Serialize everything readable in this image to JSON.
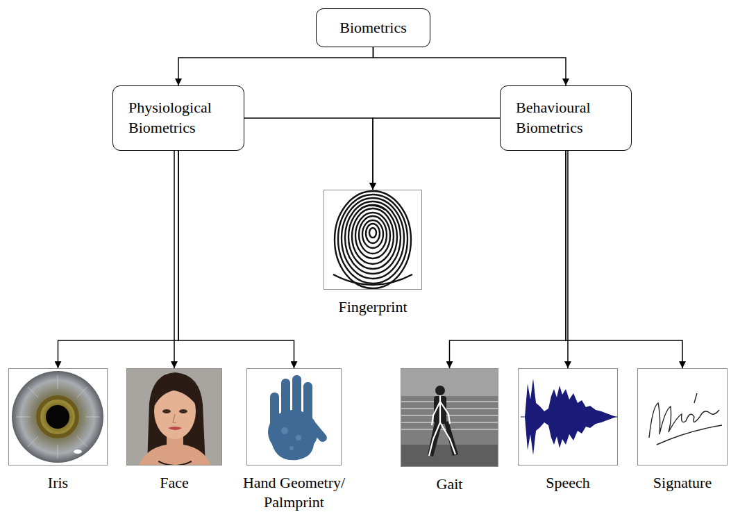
{
  "diagram": {
    "nodes": [
      {
        "text": [
          "Biometrics"
        ]
      },
      {
        "text": [
          "Physiological Biometrics"
        ]
      },
      {
        "text": [
          "Behavioural Biometrics"
        ]
      },
      {
        "text": [
          "Fingerprint"
        ]
      },
      {
        "text": [
          "Iris"
        ]
      },
      {
        "text": [
          "Face"
        ]
      },
      {
        "text": [
          "Hand Geometry/ Palmprint"
        ]
      },
      {
        "text": [
          "Gait"
        ]
      },
      {
        "text": [
          "Speech"
        ]
      },
      {
        "text": [
          "Signature"
        ]
      }
    ],
    "edges": [
      {
        "from": 0,
        "to": 1,
        "arrow": "to"
      },
      {
        "from": 0,
        "to": 2,
        "arrow": "to"
      },
      {
        "from": 1,
        "to": 3,
        "arrow": "to"
      },
      {
        "from": 2,
        "to": 3,
        "arrow": "to"
      },
      {
        "from": 1,
        "to": 4,
        "arrow": "to"
      },
      {
        "from": 1,
        "to": 5,
        "arrow": "to"
      },
      {
        "from": 1,
        "to": 6,
        "arrow": "to"
      },
      {
        "from": 2,
        "to": 7,
        "arrow": "to"
      },
      {
        "from": 2,
        "to": 8,
        "arrow": "to"
      },
      {
        "from": 2,
        "to": 9,
        "arrow": "to"
      }
    ]
  }
}
